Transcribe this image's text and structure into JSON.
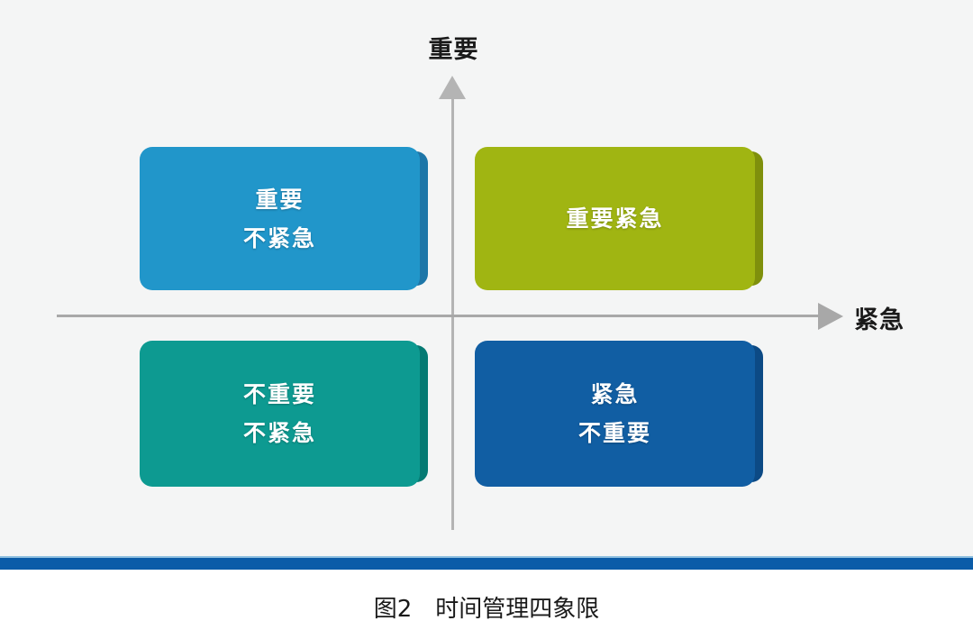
{
  "figure": {
    "caption": "图2　时间管理四象限",
    "background_color": "#f4f5f5",
    "divider_color": "#0b5ca8"
  },
  "axes": {
    "vertical": {
      "label": "重要",
      "arrow": "arrow-up-icon",
      "color": "#b4b4b4"
    },
    "horizontal": {
      "label": "紧急",
      "arrow": "arrow-right-icon",
      "color": "#a8a8a8"
    }
  },
  "chart_data": {
    "type": "table",
    "title": "时间管理四象限",
    "xlabel": "紧急",
    "ylabel": "重要",
    "quadrants": [
      {
        "position": "top-left",
        "lines": [
          "重要",
          "不紧急"
        ],
        "color": "#2196ca",
        "edge_color": "#1d76a8"
      },
      {
        "position": "top-right",
        "lines": [
          "重要紧急"
        ],
        "color": "#a0b512",
        "edge_color": "#7f900c"
      },
      {
        "position": "bottom-left",
        "lines": [
          "不重要",
          "不紧急"
        ],
        "color": "#0d9a91",
        "edge_color": "#057a73"
      },
      {
        "position": "bottom-right",
        "lines": [
          "紧急",
          "不重要"
        ],
        "color": "#115ea3",
        "edge_color": "#0c4a85"
      }
    ]
  }
}
